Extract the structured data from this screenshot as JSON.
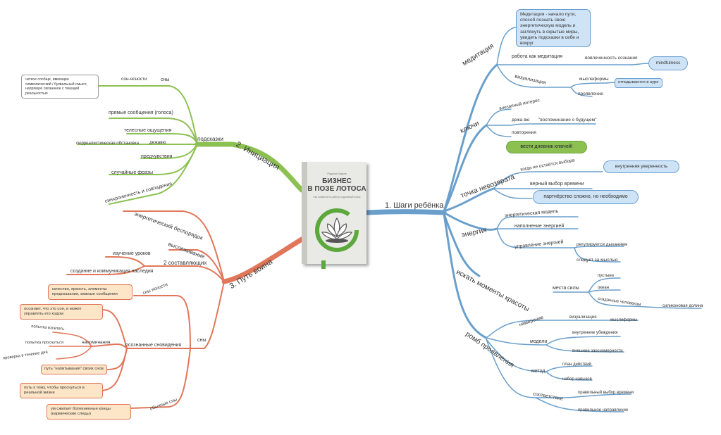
{
  "book": {
    "author": "Родион Шаров",
    "title_line1": "БИЗНЕС",
    "title_line2": "В ПОЗЕ ЛОТОСА",
    "subtitle": "Как совместить работу и духовный поиск"
  },
  "branches": {
    "steps": {
      "title": "1. Шаги ребёнка",
      "color": "#6a9fcb",
      "meditation": {
        "label": "медитация",
        "note": "Медитация - начало пути, способ познать свою энергетическую модель и заглянуть в скрытые миры, увидеть подсказки в себе и вокруг",
        "work_as_meditation": "работа как медитация",
        "involvement": "вовлеченность сознания",
        "mindfulness": "mindfulness",
        "visualization": "визуализация",
        "thoughtforms": "мыслеформы",
        "aura": "отпадываются в ауре",
        "manifestation": "проявление"
      },
      "keys": {
        "label": "ключи",
        "interest": "внезапный интерес",
        "dejavu": "дежа вю",
        "future_memory": "\"воспоминание о будущем\"",
        "repeats": "повторения",
        "diary": "вести дневник ключей!"
      },
      "no_return": {
        "label": "точка невозврата",
        "no_choice": "когда не остаётся выбора",
        "inner_confidence": "внутренняя уверенность",
        "right_time": "верный выбор времени",
        "partnership": "партнёрство сложно, но необходимо"
      },
      "energy": {
        "label": "энергия",
        "model": "энергетическая модель",
        "filling": "наполнение энергией",
        "control": "управление энергией",
        "breath": "регулируется дыханием",
        "follows_thought": "следует за мыслью"
      },
      "beauty": {
        "label": "искать моменты красоты",
        "places": "места силы",
        "desert": "пустыни",
        "ocean": "океан",
        "man_made": "созданные человеком",
        "silicon_valley": "силиконовая долина"
      },
      "manifest": {
        "label": "ромб проявления",
        "intention": "намерение",
        "visualization": "визуализация",
        "thoughtforms": "мыслеформы",
        "models": "модели",
        "beliefs": "внутренние убеждения",
        "patterns": "внешние закономерности",
        "method": "метод",
        "plan": "план действий",
        "skills": "набор навыков",
        "match": "соответствие",
        "time_choice": "правильный выбор времени",
        "direction": "правильное направление"
      }
    },
    "initiation": {
      "title": "2. Инициация",
      "color": "#8cc152",
      "hints": "подсказки",
      "dreams": "сны",
      "clarity_dreams": "сон-ясности",
      "clarity_note": "четкое сообще, имеющее символический / буквальный смысл, напрямую связанное с текущей реальностью",
      "direct_messages": "прямые сообщения (голоса)",
      "bodily": "телесные ощущения",
      "dejavu": "дежавю",
      "surreal": "сюрреалистическая обстановка",
      "forebodings": "предчувствия",
      "random_phrases": "случайные фразы",
      "synchronicity": "синхроничность и совпадения"
    },
    "warrior": {
      "title": "3. Путь воина",
      "color": "#e0775a",
      "energy_chaos": "энергетический беспорядок",
      "tracking": "выслеживание",
      "two_components": "2 составляющих",
      "study_lessons": "изучение уроков",
      "creation": "создание и коммуникация наследия",
      "dreams": "сны",
      "clarity_dreams": "сны ясности",
      "clarity_note": "качество, яркость, элементы предсказания, важные сообщения",
      "conscious_dreams": "осознанные сновидения",
      "aware_note": "осознает, что это сон, и может управлять его ходом",
      "reminders": "напоминания",
      "try_fly": "попытка взлететь",
      "try_wake": "попытка проснуться",
      "check_day": "проверка в течение дня",
      "sleep_shortcut": "путь \"напитывания\" своих снов",
      "wake_note": "путь к тому, чтобы проснуться в реальной жизни",
      "ordinary": "обычные сны",
      "ordinary_note": "ум сжигает болезненные концы (кармические следы)"
    }
  }
}
